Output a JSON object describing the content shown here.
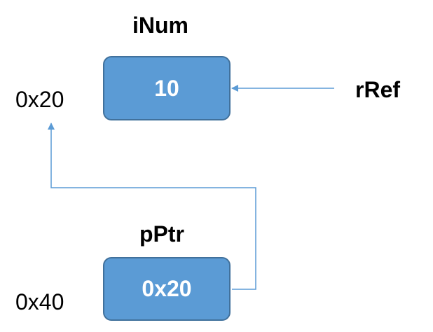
{
  "inum": {
    "name": "iNum",
    "value": "10",
    "address": "0x20"
  },
  "ref": {
    "name": "rRef"
  },
  "ptr": {
    "name": "pPtr",
    "value": "0x20",
    "address": "0x40"
  },
  "colors": {
    "box_fill": "#5b9bd5",
    "box_border": "#41719c",
    "arrow": "#5b9bd5"
  }
}
